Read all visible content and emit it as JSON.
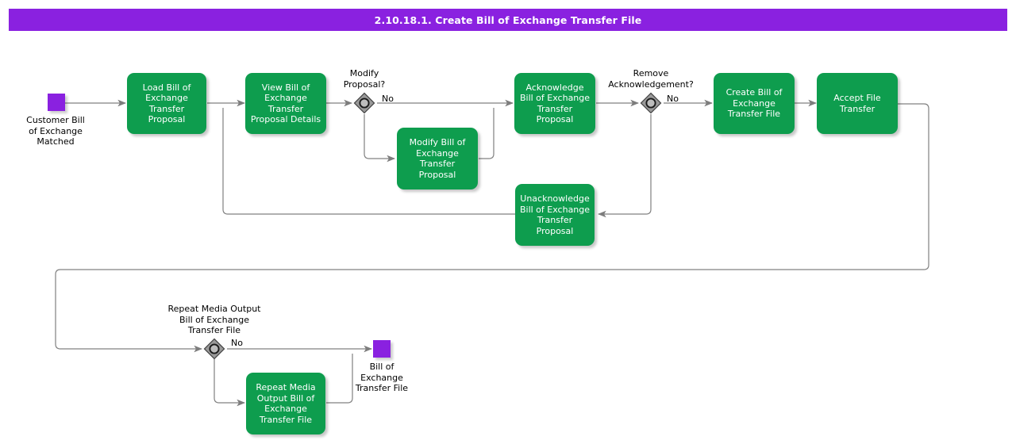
{
  "header": {
    "title": "2.10.18.1. Create Bill of Exchange Transfer File",
    "background_color": "#8A21E0",
    "text_color": "#FFFFFF"
  },
  "colors": {
    "task_green": "#0E9D4E",
    "event_purple": "#8A21E0",
    "gateway_gray": "#999999",
    "connector_gray": "#808080",
    "text_dark": "#000000",
    "task_text": "#FFFFFF",
    "page_background": "#FFFFFF"
  },
  "diagram": {
    "type": "bpmn-flowchart",
    "start_events": [
      {
        "id": "start-customer-bill-matched",
        "label": "Customer Bill\nof Exchange\nMatched"
      }
    ],
    "end_events": [
      {
        "id": "end-bill-of-exchange-transfer-file",
        "label": "Bill of\nExchange\nTransfer File"
      }
    ],
    "tasks": [
      {
        "id": "task-load-proposal",
        "label": "Load Bill of\nExchange\nTransfer\nProposal"
      },
      {
        "id": "task-view-proposal-details",
        "label": "View Bill of\nExchange\nTransfer\nProposal Details"
      },
      {
        "id": "task-modify-proposal",
        "label": "Modify Bill of\nExchange\nTransfer\nProposal"
      },
      {
        "id": "task-acknowledge-proposal",
        "label": "Acknowledge Bill\nof Exchange\nTransfer\nProposal"
      },
      {
        "id": "task-unacknowledge-proposal",
        "label": "Unacknowledge\nBill of Exchange\nTransfer\nProposal"
      },
      {
        "id": "task-create-transfer-file",
        "label": "Create Bill of\nExchange\nTransfer File"
      },
      {
        "id": "task-accept-file-transfer",
        "label": "Accept File\nTransfer"
      },
      {
        "id": "task-repeat-media-output",
        "label": "Repeat Media\nOutput Bill of\nExchange\nTransfer File"
      }
    ],
    "gateways": [
      {
        "id": "gateway-modify-proposal",
        "label": "Modify\nProposal?",
        "default_flow_label": "No"
      },
      {
        "id": "gateway-remove-acknowledgement",
        "label": "Remove\nAcknowledgement?",
        "default_flow_label": "No"
      },
      {
        "id": "gateway-repeat-media-output",
        "label": "Repeat Media Output\nBill of Exchange\nTransfer File",
        "default_flow_label": "No"
      }
    ],
    "flow_labels": {
      "modify_no": "No",
      "remove_ack_no": "No",
      "repeat_media_no": "No"
    }
  }
}
